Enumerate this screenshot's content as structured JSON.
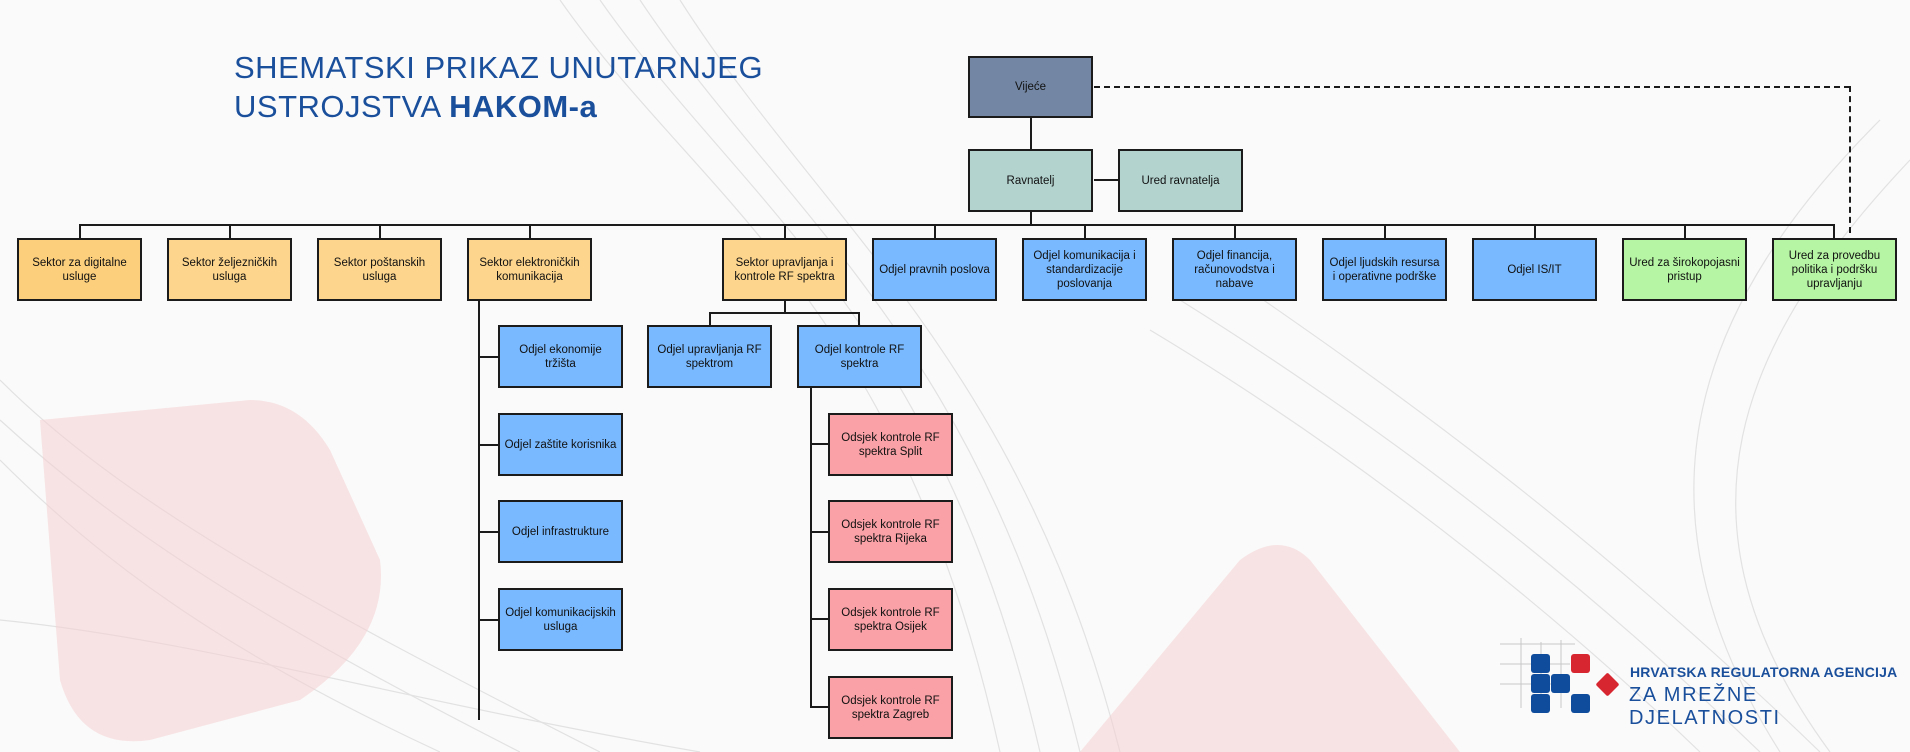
{
  "title": {
    "line1": "SHEMATSKI PRIKAZ UNUTARNJEG",
    "line2_prefix": "USTROJSTVA ",
    "line2_bold": "HAKOM-a"
  },
  "top": {
    "council": "Vijeće",
    "director": "Ravnatelj",
    "director_office": "Ured ravnatelja"
  },
  "level1": [
    "Sektor za digitalne usluge",
    "Sektor željezničkih usluga",
    "Sektor poštanskih usluga",
    "Sektor elektroničkih komunikacija",
    "Sektor upravljanja i kontrole RF spektra",
    "Odjel pravnih poslova",
    "Odjel komunikacija i standardizacije poslovanja",
    "Odjel financija, računovodstva i nabave",
    "Odjel ljudskih resursa i operativne podrške",
    "Odjel IS/IT",
    "Ured za širokopojasni pristup",
    "Ured za provedbu politika i podršku upravljanju"
  ],
  "ek_departments": [
    "Odjel ekonomije tržišta",
    "Odjel zaštite korisnika",
    "Odjel infrastrukture",
    "Odjel komunikacijskih usluga"
  ],
  "rf_departments": [
    "Odjel upravljanja RF spektrom",
    "Odjel kontrole RF spektra"
  ],
  "rf_sections": [
    "Odsjek kontrole RF spektra Split",
    "Odsjek kontrole RF spektra Rijeka",
    "Odsjek kontrole RF spektra Osijek",
    "Odsjek kontrole RF spektra Zagreb"
  ],
  "logo": {
    "line1": "HRVATSKA REGULATORNA AGENCIJA",
    "line2": "ZA MREŽNE DJELATNOSTI"
  },
  "colors": {
    "brand_blue": "#1a4f9c",
    "brand_red": "#d7262f",
    "sector": "#fdd58c",
    "department": "#79b9ff",
    "office": "#b5f5a3",
    "section": "#f9a1a6"
  }
}
